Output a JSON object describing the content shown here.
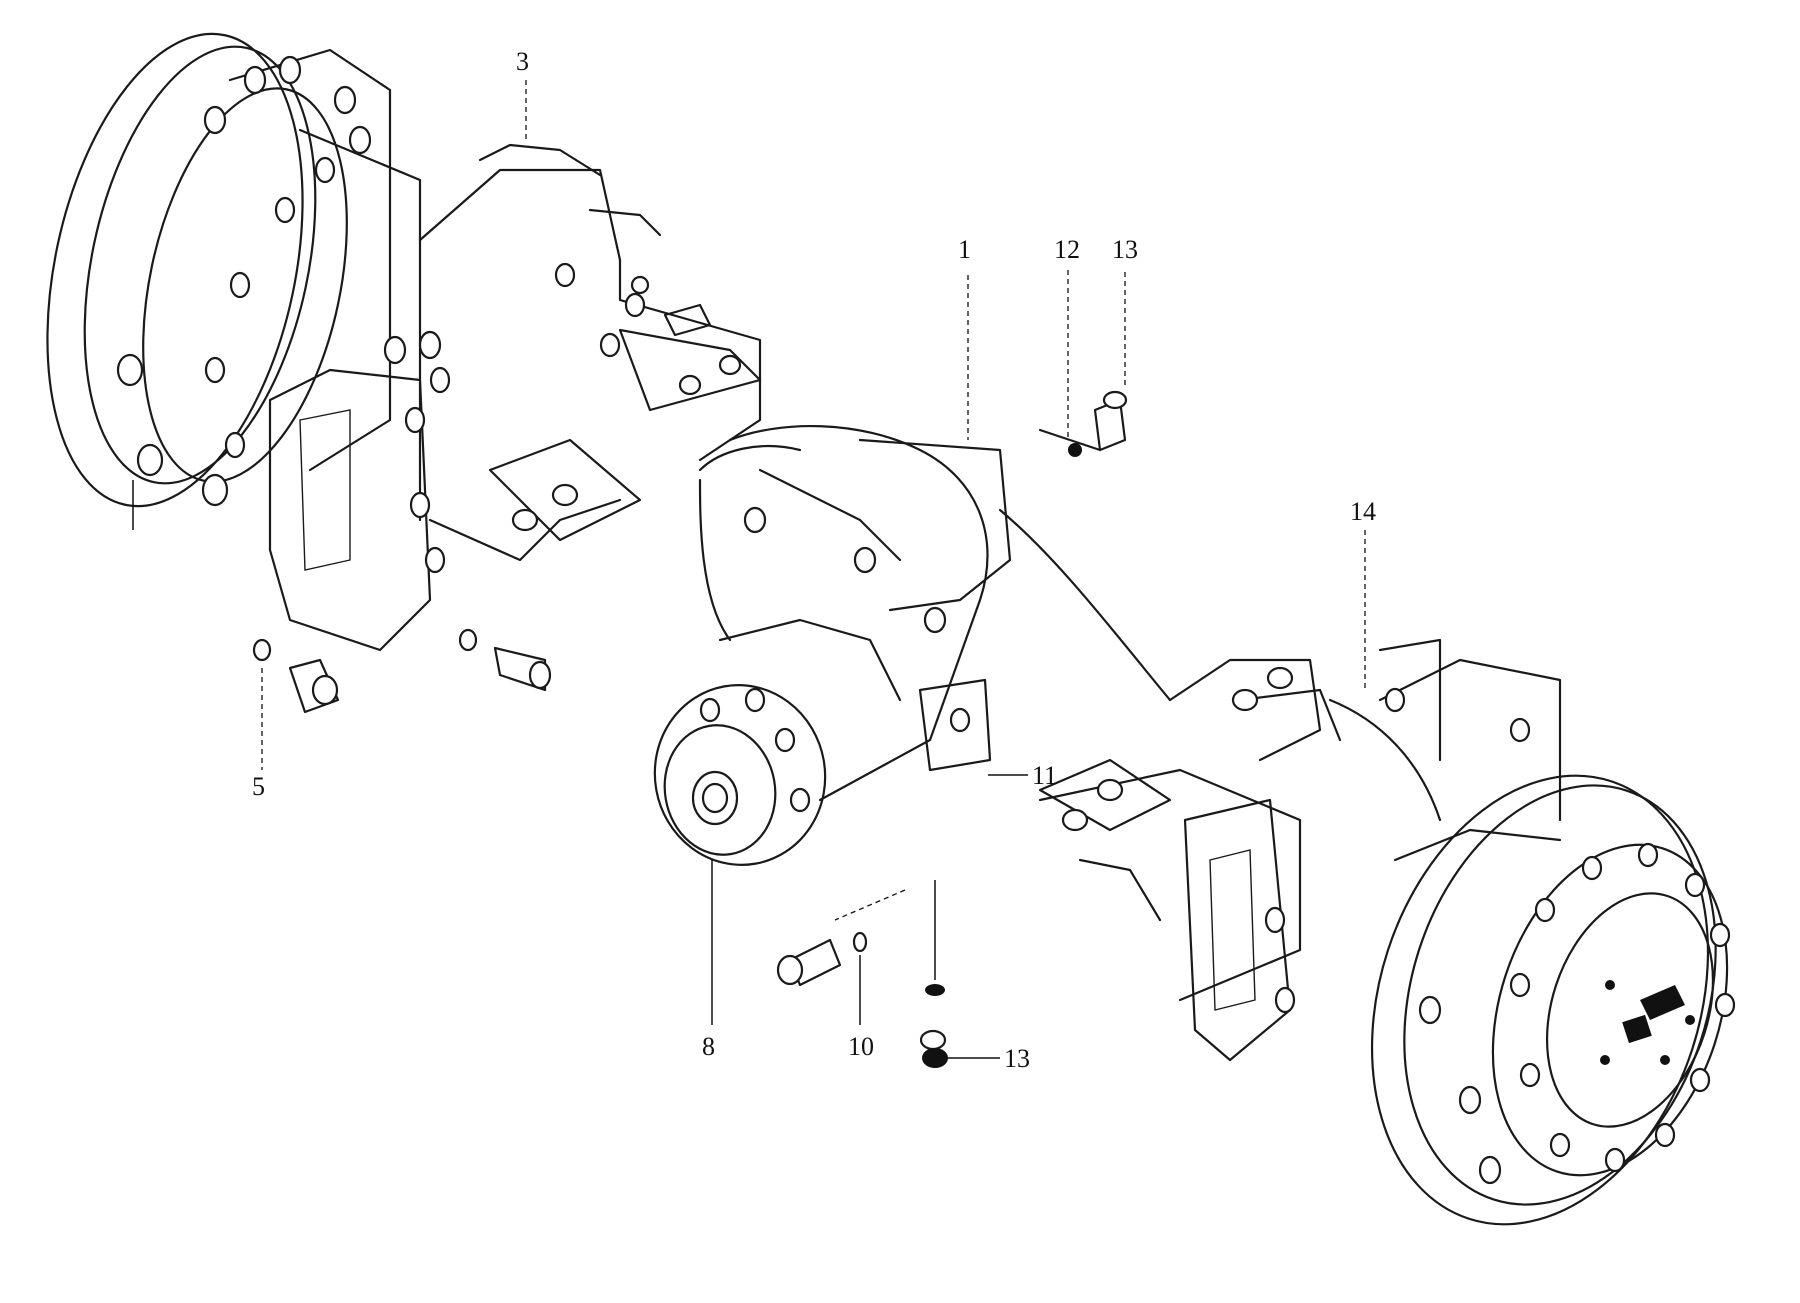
{
  "callouts": [
    {
      "id": "c1",
      "text": "1"
    },
    {
      "id": "c3",
      "text": "3"
    },
    {
      "id": "c5",
      "text": "5"
    },
    {
      "id": "c8",
      "text": "8"
    },
    {
      "id": "c10",
      "text": "10"
    },
    {
      "id": "c11",
      "text": "11"
    },
    {
      "id": "c12",
      "text": "12"
    },
    {
      "id": "c13a",
      "text": "13"
    },
    {
      "id": "c13b",
      "text": "13"
    },
    {
      "id": "c14",
      "text": "14"
    }
  ],
  "colors": {
    "ink": "#111111",
    "paper": "#ffffff"
  }
}
